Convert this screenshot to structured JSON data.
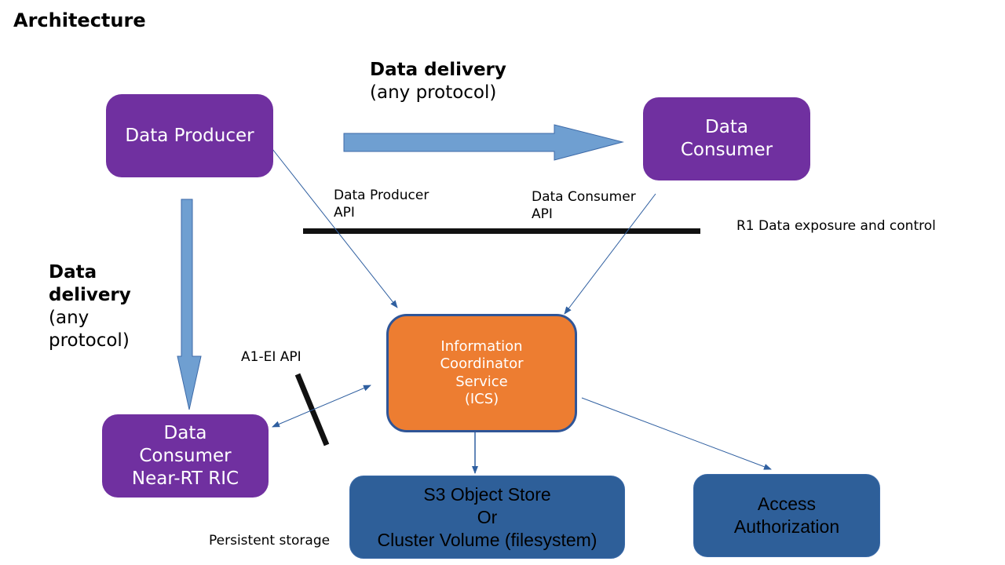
{
  "title": "Architecture",
  "colors": {
    "component_purple": "#7030a0",
    "ics_orange": "#ed7d31",
    "storage_blue": "#2e5f99",
    "arrow_fill": "#6f9fd1",
    "connector_blue": "#2f5fa0",
    "interface_bar": "#111111"
  },
  "nodes": {
    "data_producer": "Data Producer",
    "data_consumer": "Data\nConsumer",
    "near_rt_ric": "Data\nConsumer\nNear-RT RIC",
    "ics": "Information\nCoordinator\nService\n(ICS)",
    "storage": "S3 Object Store\nOr\nCluster Volume (filesystem)",
    "access_auth": "Access\nAuthorization"
  },
  "labels": {
    "delivery_top_bold": "Data delivery",
    "delivery_top_sub": "(any protocol)",
    "delivery_left_bold_1": "Data",
    "delivery_left_bold_2": "delivery",
    "delivery_left_sub_1": "(any",
    "delivery_left_sub_2": "protocol)",
    "producer_api_1": "Data Producer",
    "producer_api_2": "API",
    "consumer_api_1": "Data Consumer",
    "consumer_api_2": "API",
    "r1": "R1 Data exposure and control",
    "a1ei": "A1-EI API",
    "persistent_storage": "Persistent storage"
  },
  "edges": [
    {
      "from": "data_producer",
      "to": "data_consumer",
      "kind": "block-arrow",
      "label": "Data delivery (any protocol)"
    },
    {
      "from": "data_producer",
      "to": "near_rt_ric",
      "kind": "block-arrow",
      "label": "Data delivery (any protocol)"
    },
    {
      "from": "data_producer",
      "to": "ics",
      "kind": "line-arrow",
      "via": "Data Producer API"
    },
    {
      "from": "data_consumer",
      "to": "ics",
      "kind": "line-arrow",
      "via": "Data Consumer API"
    },
    {
      "from": "ics",
      "to": "near_rt_ric",
      "kind": "bidirectional",
      "via": "A1-EI API"
    },
    {
      "from": "ics",
      "to": "storage",
      "kind": "line-arrow"
    },
    {
      "from": "ics",
      "to": "access_auth",
      "kind": "line-arrow"
    }
  ]
}
